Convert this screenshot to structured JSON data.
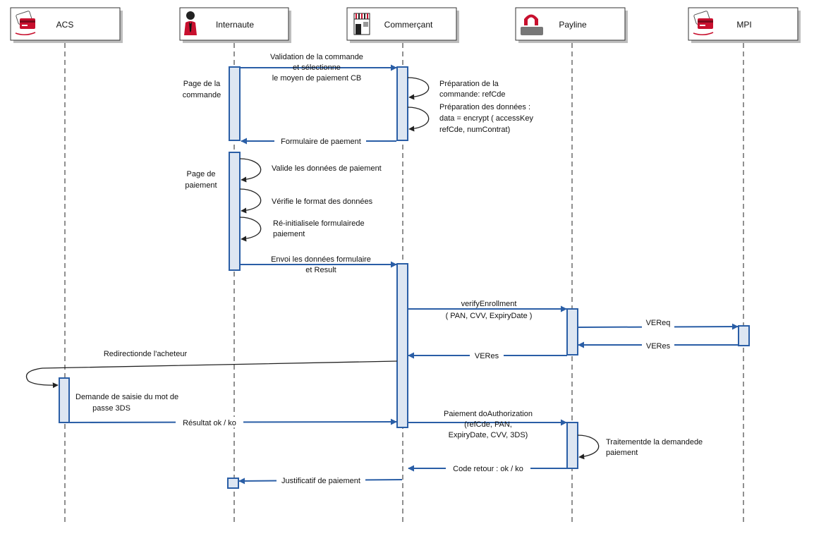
{
  "colors": {
    "message_arrow": "#2a5ea6",
    "activation_fill": "#dde6f2",
    "activation_stroke": "#2a5ea6",
    "icon_red": "#c8102e"
  },
  "participants": [
    {
      "id": "acs",
      "label": "ACS",
      "icon": "credit-card-icon"
    },
    {
      "id": "internaute",
      "label": "Internaute",
      "icon": "person-icon"
    },
    {
      "id": "commercant",
      "label": "Commerçant",
      "icon": "shop-icon"
    },
    {
      "id": "payline",
      "label": "Payline",
      "icon": "payline-logo-icon"
    },
    {
      "id": "mpi",
      "label": "MPI",
      "icon": "credit-card-icon"
    }
  ],
  "messages": {
    "validation": [
      "Validation de la commande",
      "et sélectionne",
      "le moyen de paiement CB"
    ],
    "formulaire": "Formulaire de paement",
    "envoi": [
      "Envoi les données formulaire",
      "et Result"
    ],
    "verify": [
      "verifyEnrollment",
      "( PAN, CVV, ExpiryDate )"
    ],
    "vereq": "VEReq",
    "veres_mpi": "VERes",
    "veres_payline": "VERes",
    "redirection": "Redirectionde l'acheteur",
    "resultat": "Résultat ok / ko",
    "paiement": [
      "Paiement doAuthorization",
      "(refCde, PAN,",
      "ExpiryDate, CVV, 3DS)"
    ],
    "code_retour": "Code retour : ok / ko",
    "justificatif": "Justificatif de paiement"
  },
  "notes": {
    "page_commande": [
      "Page de la",
      "commande"
    ],
    "page_paiement": [
      "Page de",
      "paiement"
    ],
    "preparation_commande": [
      "Préparation de la",
      "commande: refCde"
    ],
    "preparation_donnees": [
      "Préparation des données :",
      "data = encrypt ( accessKey",
      "refCde, numContrat)"
    ],
    "valide": "Valide les données de paiement",
    "verifie": "Vérifie le format des données",
    "reinit": [
      "Ré-initialisele formulairede",
      "paiement"
    ],
    "saisie": [
      "Demande de saisie du mot de",
      "passe 3DS"
    ],
    "traitement": [
      "Traitementde la demandede",
      "paiement"
    ]
  }
}
